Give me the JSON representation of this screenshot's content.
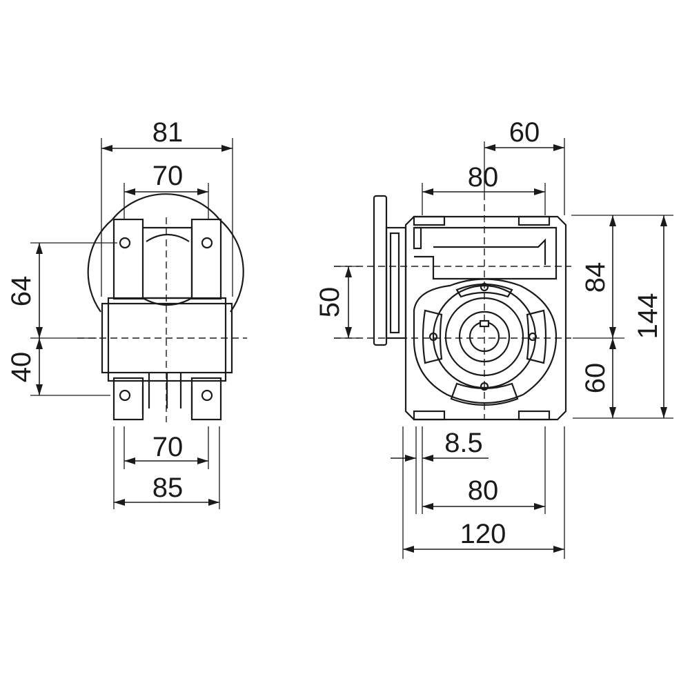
{
  "drawing": {
    "colors": {
      "line": "#1a1a1a",
      "background": "#ffffff"
    },
    "front_view": {
      "dims": {
        "overall_width": "81",
        "top_hole_spacing": "70",
        "upper_height": "64",
        "lower_height": "40",
        "bottom_hole_spacing": "70",
        "base_width": "85"
      }
    },
    "side_view": {
      "dims": {
        "top_offset": "60",
        "top_width": "80",
        "flange_offset": "50",
        "upper_height": "84",
        "total_height": "144",
        "lower_height": "60",
        "foot_thickness": "8.5",
        "base_hole_spacing": "80",
        "overall_length": "120"
      }
    }
  }
}
